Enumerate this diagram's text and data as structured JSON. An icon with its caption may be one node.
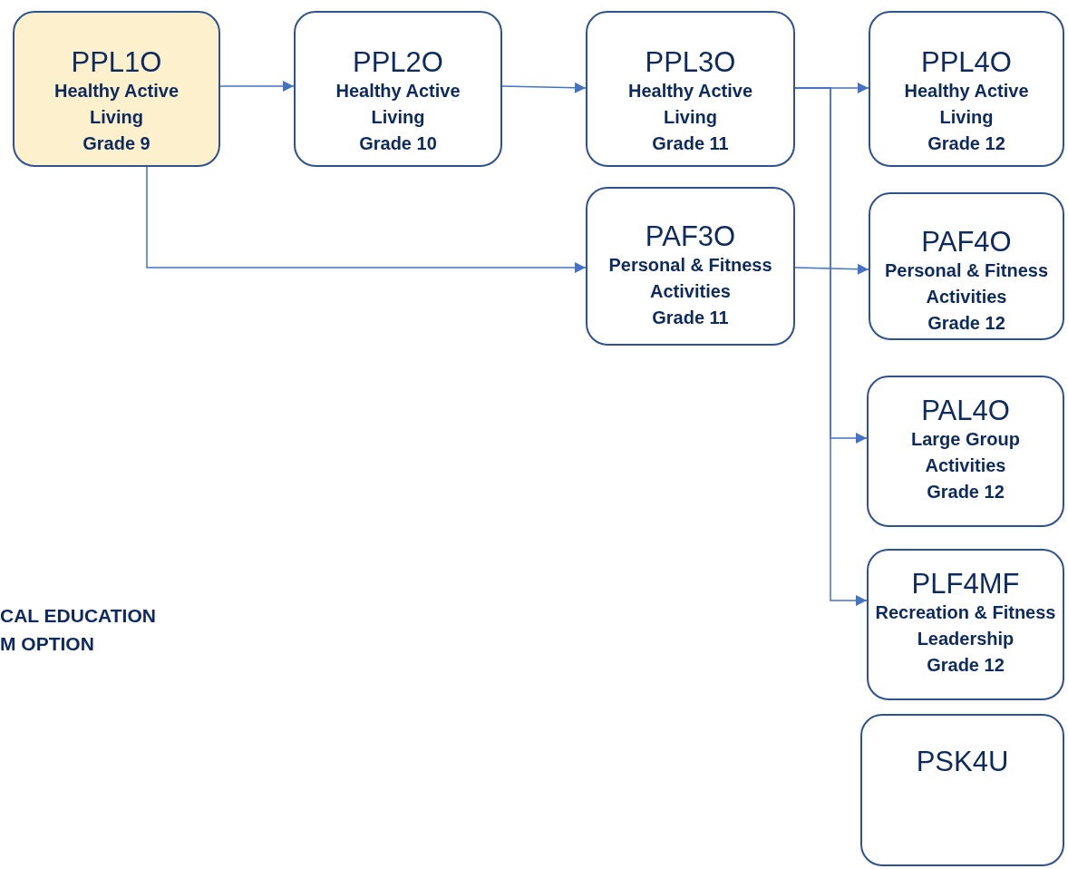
{
  "diagram": {
    "nodes": [
      {
        "text": [
          "PPL1O",
          "Healthy Active Living",
          "Grade 9"
        ]
      },
      {
        "text": [
          "PPL2O",
          "Healthy Active Living",
          "Grade 10"
        ]
      },
      {
        "text": [
          "PPL3O",
          "Healthy Active Living",
          "Grade 11"
        ]
      },
      {
        "text": [
          "PPL4O",
          "Healthy Active Living",
          "Grade 12"
        ]
      },
      {
        "text": [
          "PAF3O",
          "Personal & Fitness Activities",
          "Grade 11"
        ]
      },
      {
        "text": [
          "PAF4O",
          "Personal & Fitness Activities",
          "Grade 12"
        ]
      },
      {
        "text": [
          "PAL4O",
          "Large Group Activities",
          "Grade 12"
        ]
      },
      {
        "text": [
          "PLF4MF",
          "Recreation & Fitness Leadership",
          "Grade 12"
        ]
      },
      {
        "text": [
          "PSK4U"
        ]
      }
    ],
    "edges": [
      {
        "from": 0,
        "to": 1,
        "arrow": "to"
      },
      {
        "from": 1,
        "to": 2,
        "arrow": "to"
      },
      {
        "from": 2,
        "to": 3,
        "arrow": "to"
      },
      {
        "from": 0,
        "to": 4,
        "arrow": "to"
      },
      {
        "from": 4,
        "to": 5,
        "arrow": "to"
      },
      {
        "from": 2,
        "to": 6,
        "arrow": "to"
      },
      {
        "from": 2,
        "to": 7,
        "arrow": "to"
      }
    ],
    "labels": [
      "CAL EDUCATION",
      "M OPTION"
    ]
  }
}
